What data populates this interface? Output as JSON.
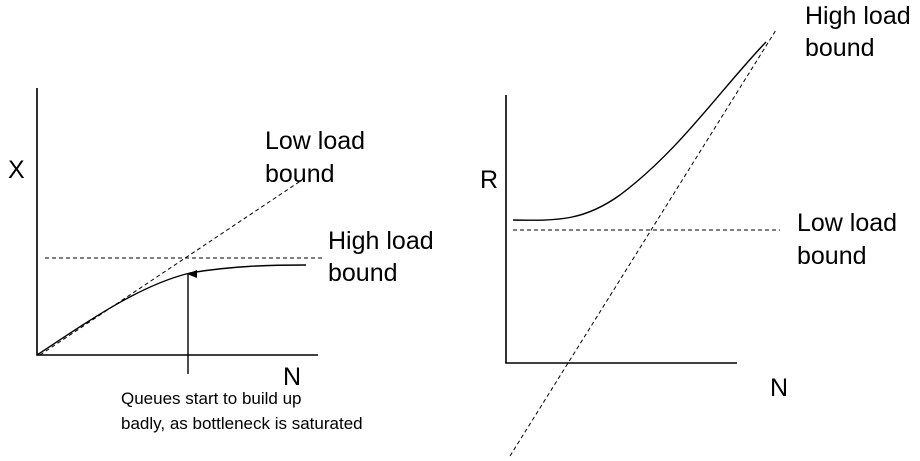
{
  "left_plot": {
    "y_label": "X",
    "x_label": "N",
    "low_load_bound": [
      "Low load",
      "bound"
    ],
    "high_load_bound": [
      "High load",
      "bound"
    ],
    "annotation": [
      "Queues start to build up",
      "badly, as bottleneck is saturated"
    ]
  },
  "right_plot": {
    "y_label": "R",
    "x_label": "N",
    "high_load_bound": [
      "High load",
      "bound"
    ],
    "low_load_bound": [
      "Low load",
      "bound"
    ]
  }
}
